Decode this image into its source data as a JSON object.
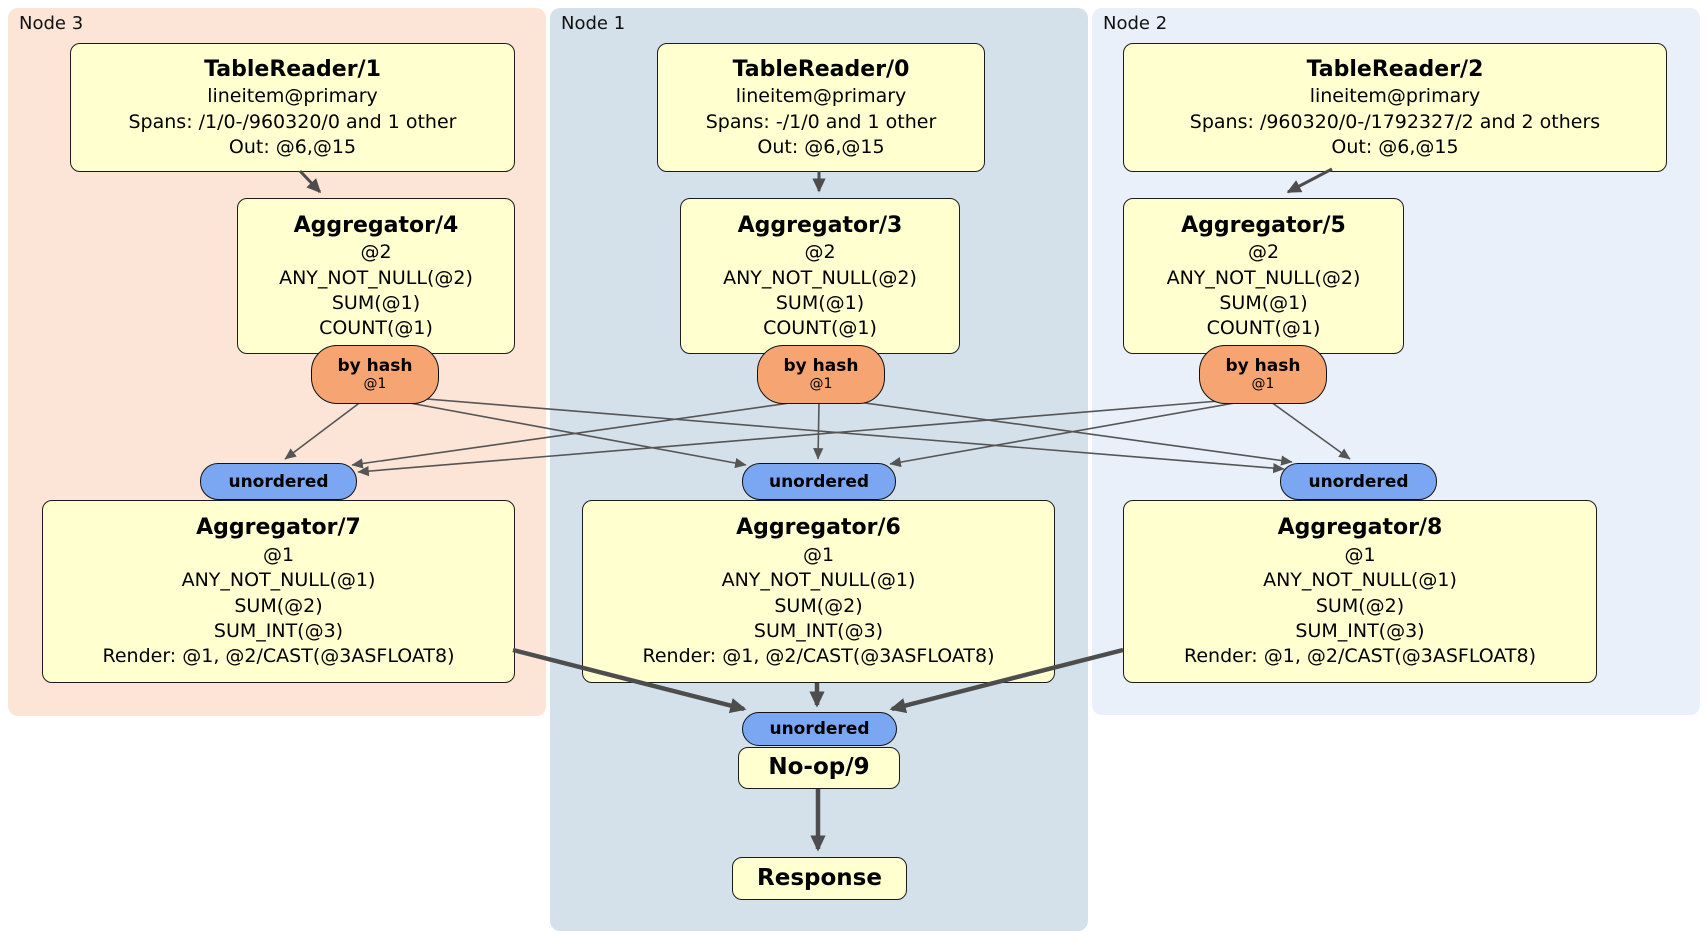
{
  "regions": [
    {
      "label": "Node 3"
    },
    {
      "label": "Node 1"
    },
    {
      "label": "Node 2"
    }
  ],
  "processors": [
    {
      "title": "TableReader/1",
      "lines": [
        "lineitem@primary",
        "Spans: /1/0-/960320/0 and 1 other",
        "Out: @6,@15"
      ]
    },
    {
      "title": "TableReader/0",
      "lines": [
        "lineitem@primary",
        "Spans: -/1/0 and 1 other",
        "Out: @6,@15"
      ]
    },
    {
      "title": "TableReader/2",
      "lines": [
        "lineitem@primary",
        "Spans: /960320/0-/1792327/2 and 2 others",
        "Out: @6,@15"
      ]
    },
    {
      "title": "Aggregator/4",
      "lines": [
        "@2",
        "ANY_NOT_NULL(@2)",
        "SUM(@1)",
        "COUNT(@1)"
      ]
    },
    {
      "title": "Aggregator/3",
      "lines": [
        "@2",
        "ANY_NOT_NULL(@2)",
        "SUM(@1)",
        "COUNT(@1)"
      ]
    },
    {
      "title": "Aggregator/5",
      "lines": [
        "@2",
        "ANY_NOT_NULL(@2)",
        "SUM(@1)",
        "COUNT(@1)"
      ]
    },
    {
      "title": "Aggregator/7",
      "lines": [
        "@1",
        "ANY_NOT_NULL(@1)",
        "SUM(@2)",
        "SUM_INT(@3)",
        "Render: @1, @2/CAST(@3ASFLOAT8)"
      ]
    },
    {
      "title": "Aggregator/6",
      "lines": [
        "@1",
        "ANY_NOT_NULL(@1)",
        "SUM(@2)",
        "SUM_INT(@3)",
        "Render: @1, @2/CAST(@3ASFLOAT8)"
      ]
    },
    {
      "title": "Aggregator/8",
      "lines": [
        "@1",
        "ANY_NOT_NULL(@1)",
        "SUM(@2)",
        "SUM_INT(@3)",
        "Render: @1, @2/CAST(@3ASFLOAT8)"
      ]
    },
    {
      "title": "No-op/9"
    },
    {
      "title": "Response"
    }
  ],
  "routers": [
    {
      "label": "by hash",
      "detail": "@1"
    },
    {
      "label": "by hash",
      "detail": "@1"
    },
    {
      "label": "by hash",
      "detail": "@1"
    }
  ],
  "synchronizers": [
    {
      "label": "unordered"
    },
    {
      "label": "unordered"
    },
    {
      "label": "unordered"
    },
    {
      "label": "unordered"
    }
  ],
  "colors": {
    "node3_bg": "#fce4d6",
    "node1_bg": "#d5e1ea",
    "node2_bg": "#eaf0fa",
    "processor_fill": "#ffffd0",
    "router_fill": "#f6a471",
    "sync_fill": "#7aa6f2",
    "edge": "#555555"
  }
}
